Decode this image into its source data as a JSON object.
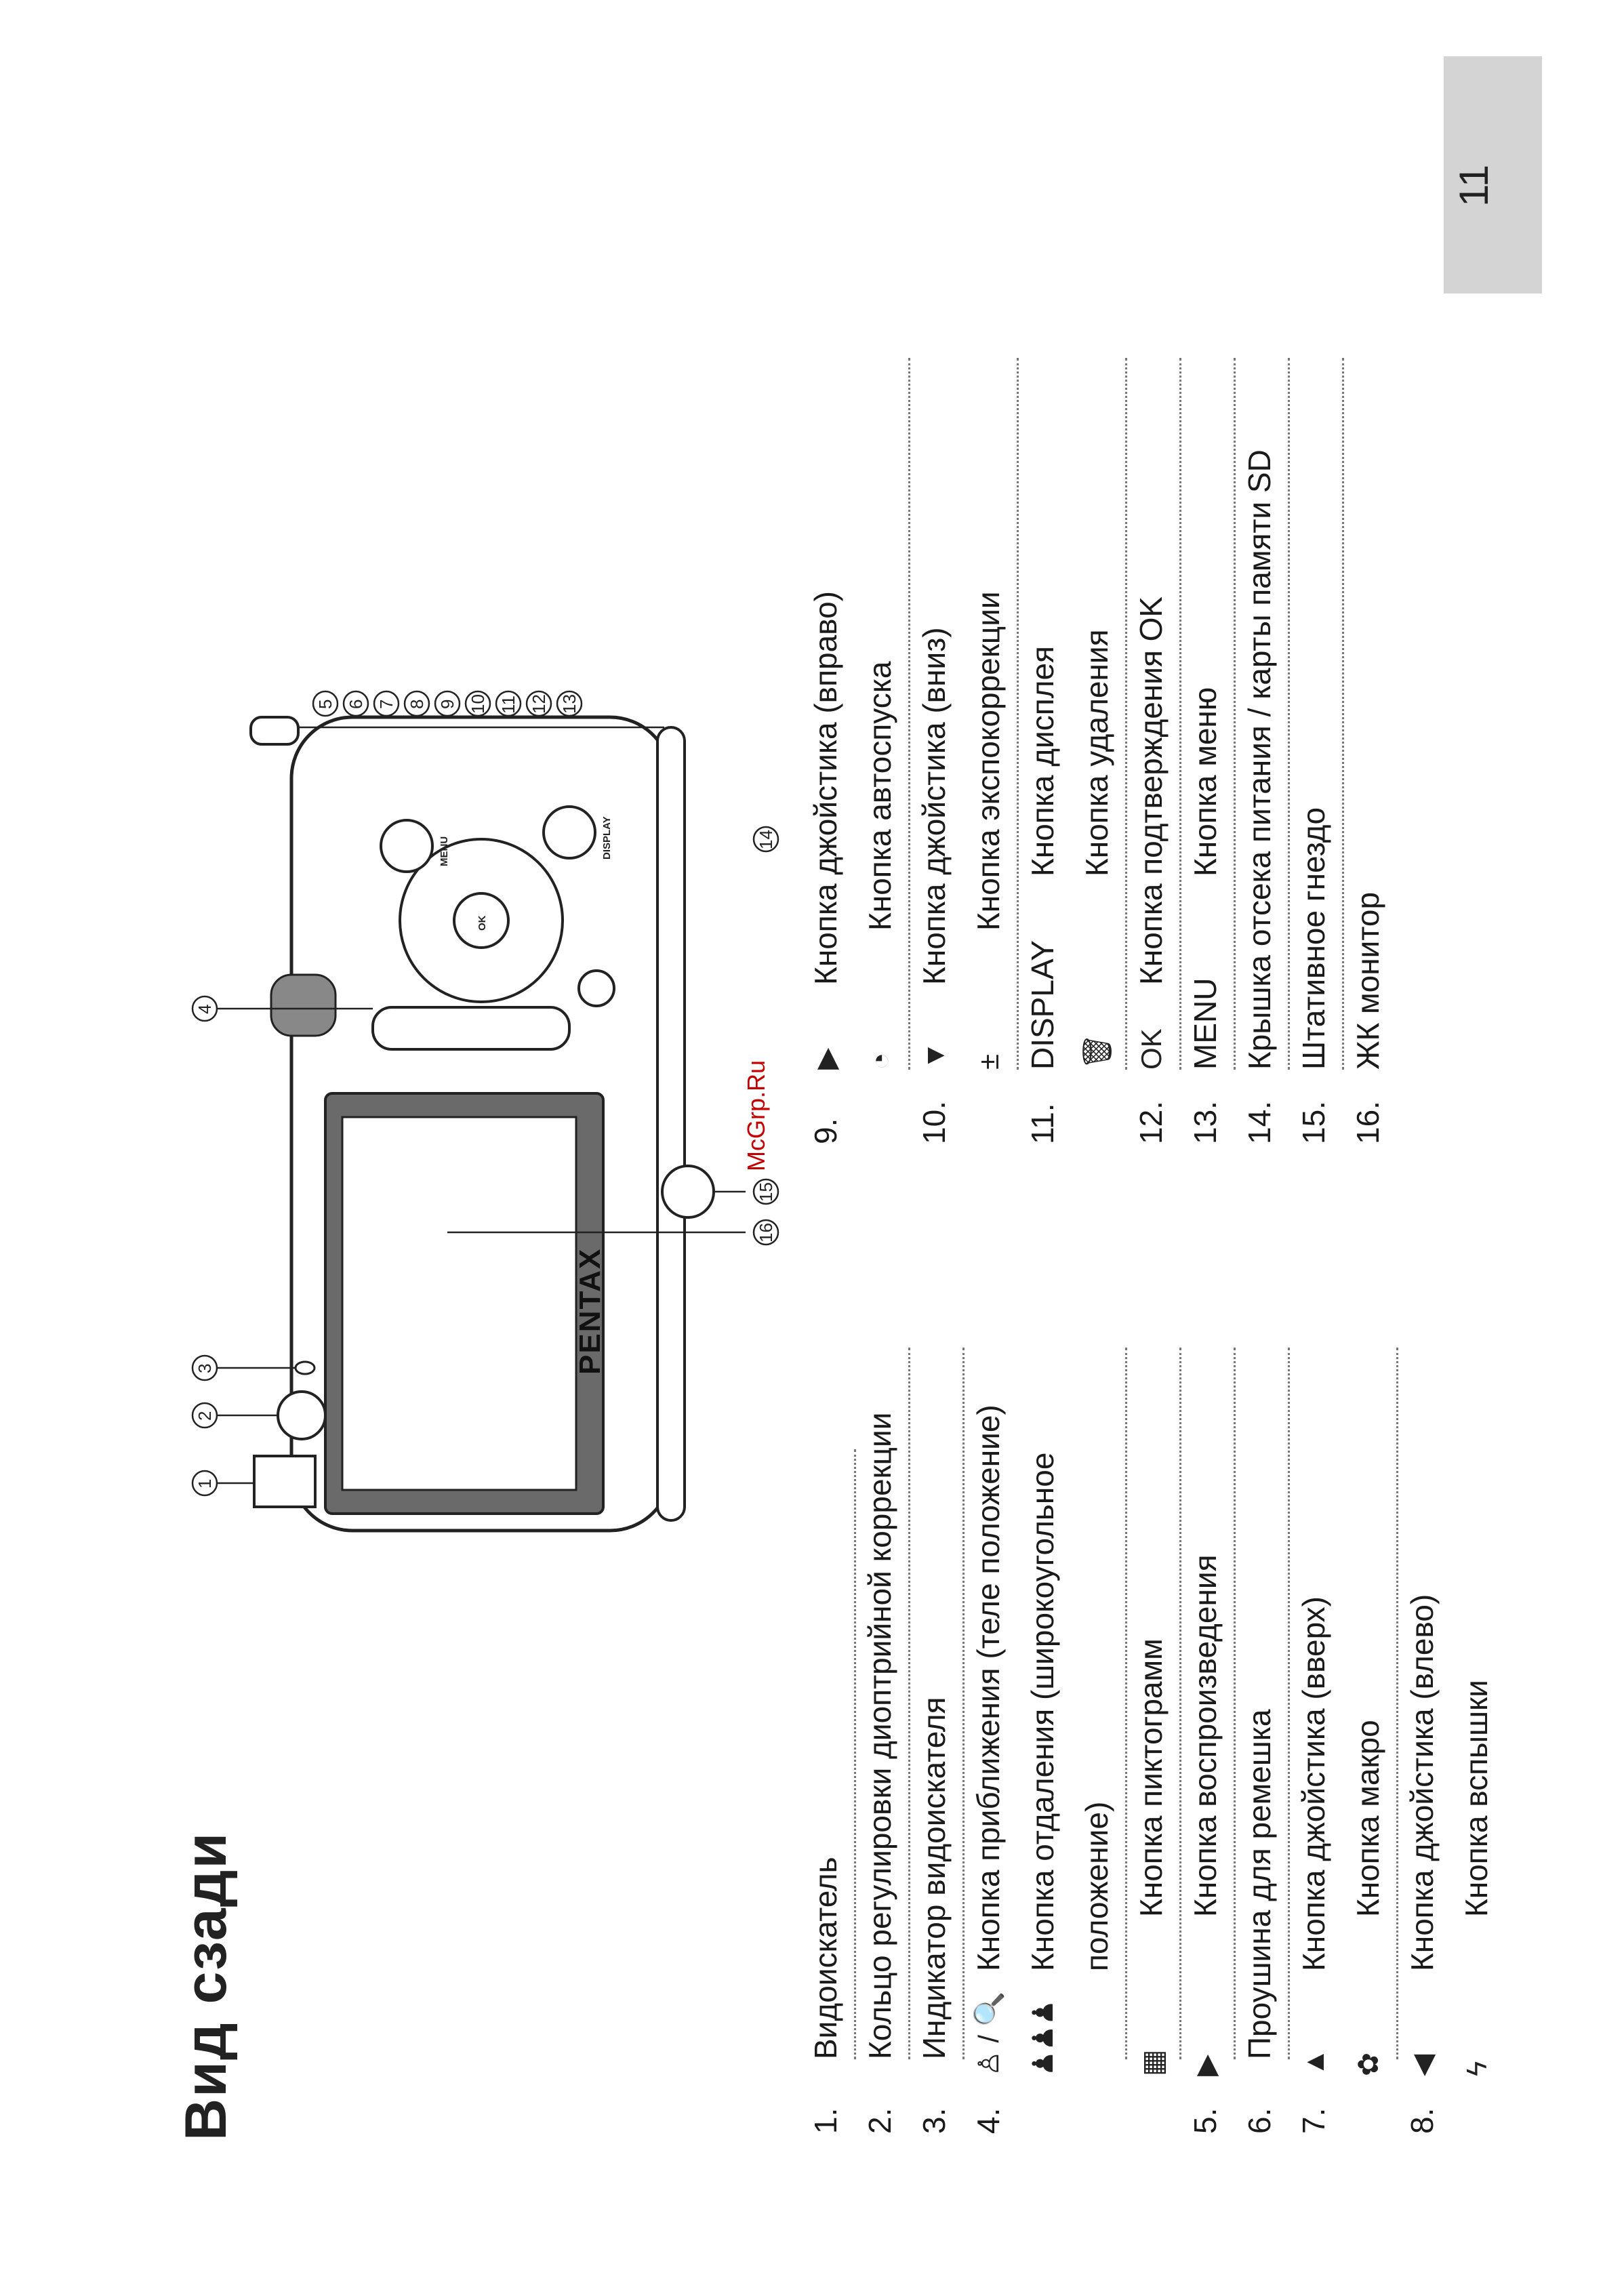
{
  "page": {
    "title": "Вид сзади",
    "page_number": "11",
    "watermark": "McGrp.Ru"
  },
  "camera": {
    "brand": "PENTAX",
    "labels": {
      "ok": "OK",
      "menu": "MENU",
      "display": "DISPLAY"
    },
    "callouts": [
      "1",
      "2",
      "3",
      "4",
      "5",
      "6",
      "7",
      "8",
      "9",
      "10",
      "11",
      "12",
      "13",
      "14",
      "15",
      "16"
    ]
  },
  "left_items": [
    {
      "num": "1.",
      "text": "Видоискатель"
    },
    {
      "num": "2.",
      "text": "Кольцо регулировки диоптрийной коррекции"
    },
    {
      "num": "3.",
      "text": "Индикатор видоискателя"
    },
    {
      "num": "4.",
      "icon": "zoom-tele-icon",
      "glyph": "♙ / 🔍",
      "text": "Кнопка приближения (теле положение)"
    },
    {
      "num": "",
      "icon": "zoom-wide-icon",
      "glyph": "♟♟♟",
      "text": "Кнопка отдаления (широкоугольное"
    },
    {
      "num": "",
      "text": "положение)"
    },
    {
      "num": "",
      "icon": "thumbnail-icon",
      "glyph": "▦",
      "text": "Кнопка пиктограмм"
    },
    {
      "num": "5.",
      "icon": "playback-icon",
      "glyph": "▶",
      "text": "Кнопка воспроизведения"
    },
    {
      "num": "6.",
      "text": "Проушина для ремешка"
    },
    {
      "num": "7.",
      "icon": "joystick-up-icon",
      "glyph": "▲",
      "text": "Кнопка джойстика (вверх)"
    },
    {
      "num": "",
      "icon": "macro-icon",
      "glyph": "✿",
      "text": "Кнопка макро"
    },
    {
      "num": "8.",
      "icon": "joystick-left-icon",
      "glyph": "◀",
      "text": "Кнопка джойстика (влево)"
    },
    {
      "num": "",
      "icon": "flash-icon",
      "glyph": "ϟ",
      "text": "Кнопка вспышки"
    }
  ],
  "right_items": [
    {
      "num": "9.",
      "icon": "joystick-right-icon",
      "glyph": "▶",
      "text": "Кнопка джойстика (вправо)"
    },
    {
      "num": "",
      "icon": "self-timer-icon",
      "glyph": "◔",
      "text": "Кнопка автоспуска"
    },
    {
      "num": "10.",
      "icon": "joystick-down-icon",
      "glyph": "▼",
      "text": "Кнопка джойстика (вниз)"
    },
    {
      "num": "",
      "icon": "exposure-icon",
      "glyph": "±",
      "text": "Кнопка экспокоррекции"
    },
    {
      "num": "11.",
      "label": "DISPLAY",
      "text": "Кнопка дисплея"
    },
    {
      "num": "",
      "icon": "trash-icon",
      "glyph": "🗑",
      "text": "Кнопка удаления"
    },
    {
      "num": "12.",
      "icon": "ok-icon",
      "glyph": "OK",
      "text": "Кнопка подтверждения OK"
    },
    {
      "num": "13.",
      "label": "MENU",
      "text": "Кнопка меню"
    },
    {
      "num": "14.",
      "text": "Крышка отсека питания / карты памяти SD"
    },
    {
      "num": "15.",
      "text": "Штативное гнездо"
    },
    {
      "num": "16.",
      "text": "ЖК монитор"
    }
  ]
}
